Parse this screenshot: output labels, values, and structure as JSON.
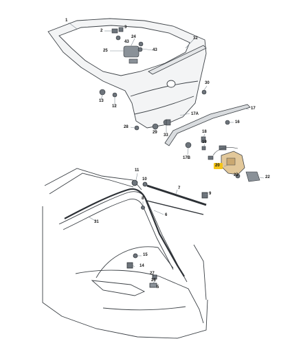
{
  "diagram": {
    "highlight_color": "#f5c518",
    "line_color": "#7f8a92",
    "outline_color": "#3a3f44",
    "labels": [
      {
        "id": "1",
        "text": "1"
      },
      {
        "id": "2",
        "text": "2"
      },
      {
        "id": "3",
        "text": "3"
      },
      {
        "id": "43a",
        "text": "43"
      },
      {
        "id": "24",
        "text": "24"
      },
      {
        "id": "43b",
        "text": "43"
      },
      {
        "id": "25",
        "text": "25"
      },
      {
        "id": "32",
        "text": "32"
      },
      {
        "id": "30",
        "text": "30"
      },
      {
        "id": "13",
        "text": "13"
      },
      {
        "id": "12",
        "text": "12"
      },
      {
        "id": "17A",
        "text": "17A"
      },
      {
        "id": "17",
        "text": "17"
      },
      {
        "id": "16",
        "text": "16"
      },
      {
        "id": "28",
        "text": "28"
      },
      {
        "id": "29",
        "text": "29"
      },
      {
        "id": "33",
        "text": "33"
      },
      {
        "id": "18",
        "text": "18"
      },
      {
        "id": "19",
        "text": "19"
      },
      {
        "id": "17B",
        "text": "17B"
      },
      {
        "id": "20",
        "text": "20"
      },
      {
        "id": "23",
        "text": "23"
      },
      {
        "id": "22",
        "text": "22"
      },
      {
        "id": "11",
        "text": "11"
      },
      {
        "id": "10",
        "text": "10"
      },
      {
        "id": "7",
        "text": "7"
      },
      {
        "id": "9",
        "text": "9"
      },
      {
        "id": "8",
        "text": "8"
      },
      {
        "id": "6",
        "text": "6"
      },
      {
        "id": "31",
        "text": "31"
      },
      {
        "id": "15",
        "text": "15"
      },
      {
        "id": "14",
        "text": "14"
      },
      {
        "id": "27",
        "text": "27"
      },
      {
        "id": "26",
        "text": "26"
      },
      {
        "id": "5",
        "text": "5"
      }
    ]
  }
}
